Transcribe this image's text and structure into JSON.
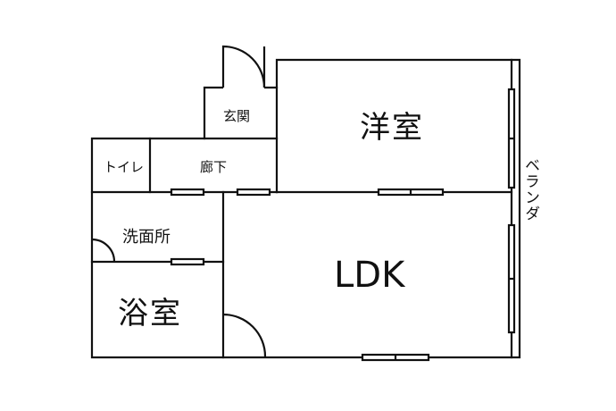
{
  "floor_plan": {
    "rooms": {
      "western_room": "洋室",
      "entrance": "玄関",
      "toilet": "トイレ",
      "hallway": "廊下",
      "washroom": "洗面所",
      "bathroom": "浴室",
      "ldk": "LDK",
      "veranda": "ベランダ"
    }
  }
}
